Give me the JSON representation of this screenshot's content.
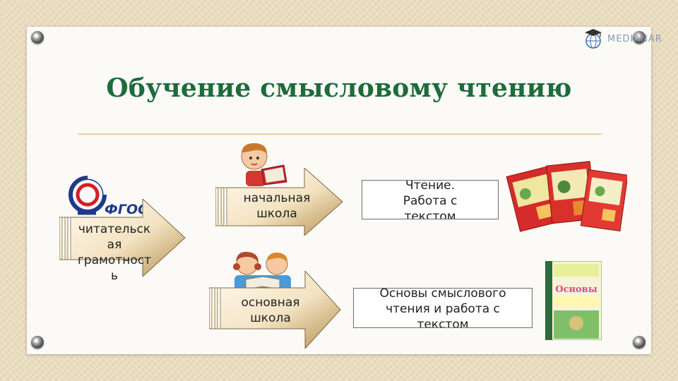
{
  "slide": {
    "title": "Обучение смысловому чтению"
  },
  "logo": {
    "name": "MEDIANAR",
    "icon": "graduation-cap-globe-icon"
  },
  "fgos": {
    "label": "ФГОС",
    "icon": "fgos-logo-icon"
  },
  "left_arrow": {
    "lines": [
      "читательск",
      "ая",
      "грамотност",
      "ь"
    ]
  },
  "rows": [
    {
      "arrow_lines": [
        "начальная",
        "школа"
      ],
      "box_lines": [
        "Чтение.",
        "Работа с",
        "текстом"
      ],
      "illustration": "boy-reading-book-icon",
      "book": "reading-workbooks-icon"
    },
    {
      "arrow_lines": [
        "основная",
        "школа"
      ],
      "box_lines": [
        "Основы смыслового",
        "чтения и работа с",
        "текстом"
      ],
      "illustration": "children-reading-icon",
      "book": "reading-textbook-icon"
    }
  ],
  "colors": {
    "title": "#1e6b3b",
    "arrow_light": "#fbf3e2",
    "arrow_dark": "#b58f4e",
    "background": "#e9dcc0"
  }
}
